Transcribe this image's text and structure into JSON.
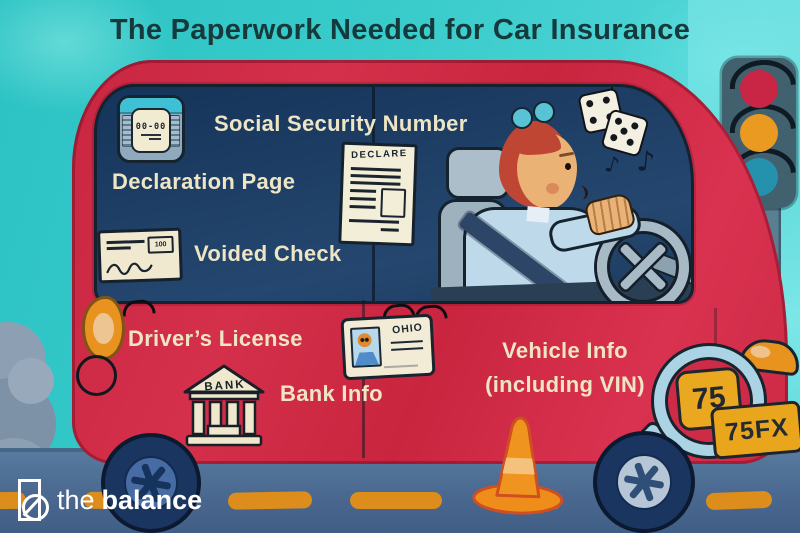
{
  "title": "The Paperwork Needed for Car Insurance",
  "brand": {
    "logo_word_light": "the",
    "logo_word_bold": "balance"
  },
  "paperwork_labels": {
    "social_security": "Social Security Number",
    "declaration_page": "Declaration Page",
    "voided_check": "Voided Check",
    "drivers_license": "Driver’s License",
    "bank_info": "Bank Info",
    "vehicle_info_line1": "Vehicle Info",
    "vehicle_info_line2": "(including VIN)"
  },
  "icon_texts": {
    "ssn_card": "00-00",
    "declaration_doc": "DECLARE",
    "check_box": "100",
    "license_state": "OHIO",
    "bank_sign": "BANK",
    "plate": "75FX",
    "magnified_plate": "75",
    "music_note_small": "♪",
    "music_note_large": "♪"
  },
  "colors": {
    "background_teal": "#38cbcb",
    "car_red": "#d02c46",
    "windshield_navy": "#1e3c62",
    "label_cream": "#ede5c3",
    "title_ink": "#16393c",
    "road_blue": "#4e6f99",
    "marking_orange": "#dc8d1b",
    "plate_yellow": "#e9a61d",
    "traffic_red": "#c92544",
    "traffic_amber": "#ea9a20",
    "traffic_teal": "#2592ad",
    "wheel_navy": "#1a3560",
    "cone_orange": "#ef8d1a",
    "logo_white": "#ffffff"
  }
}
